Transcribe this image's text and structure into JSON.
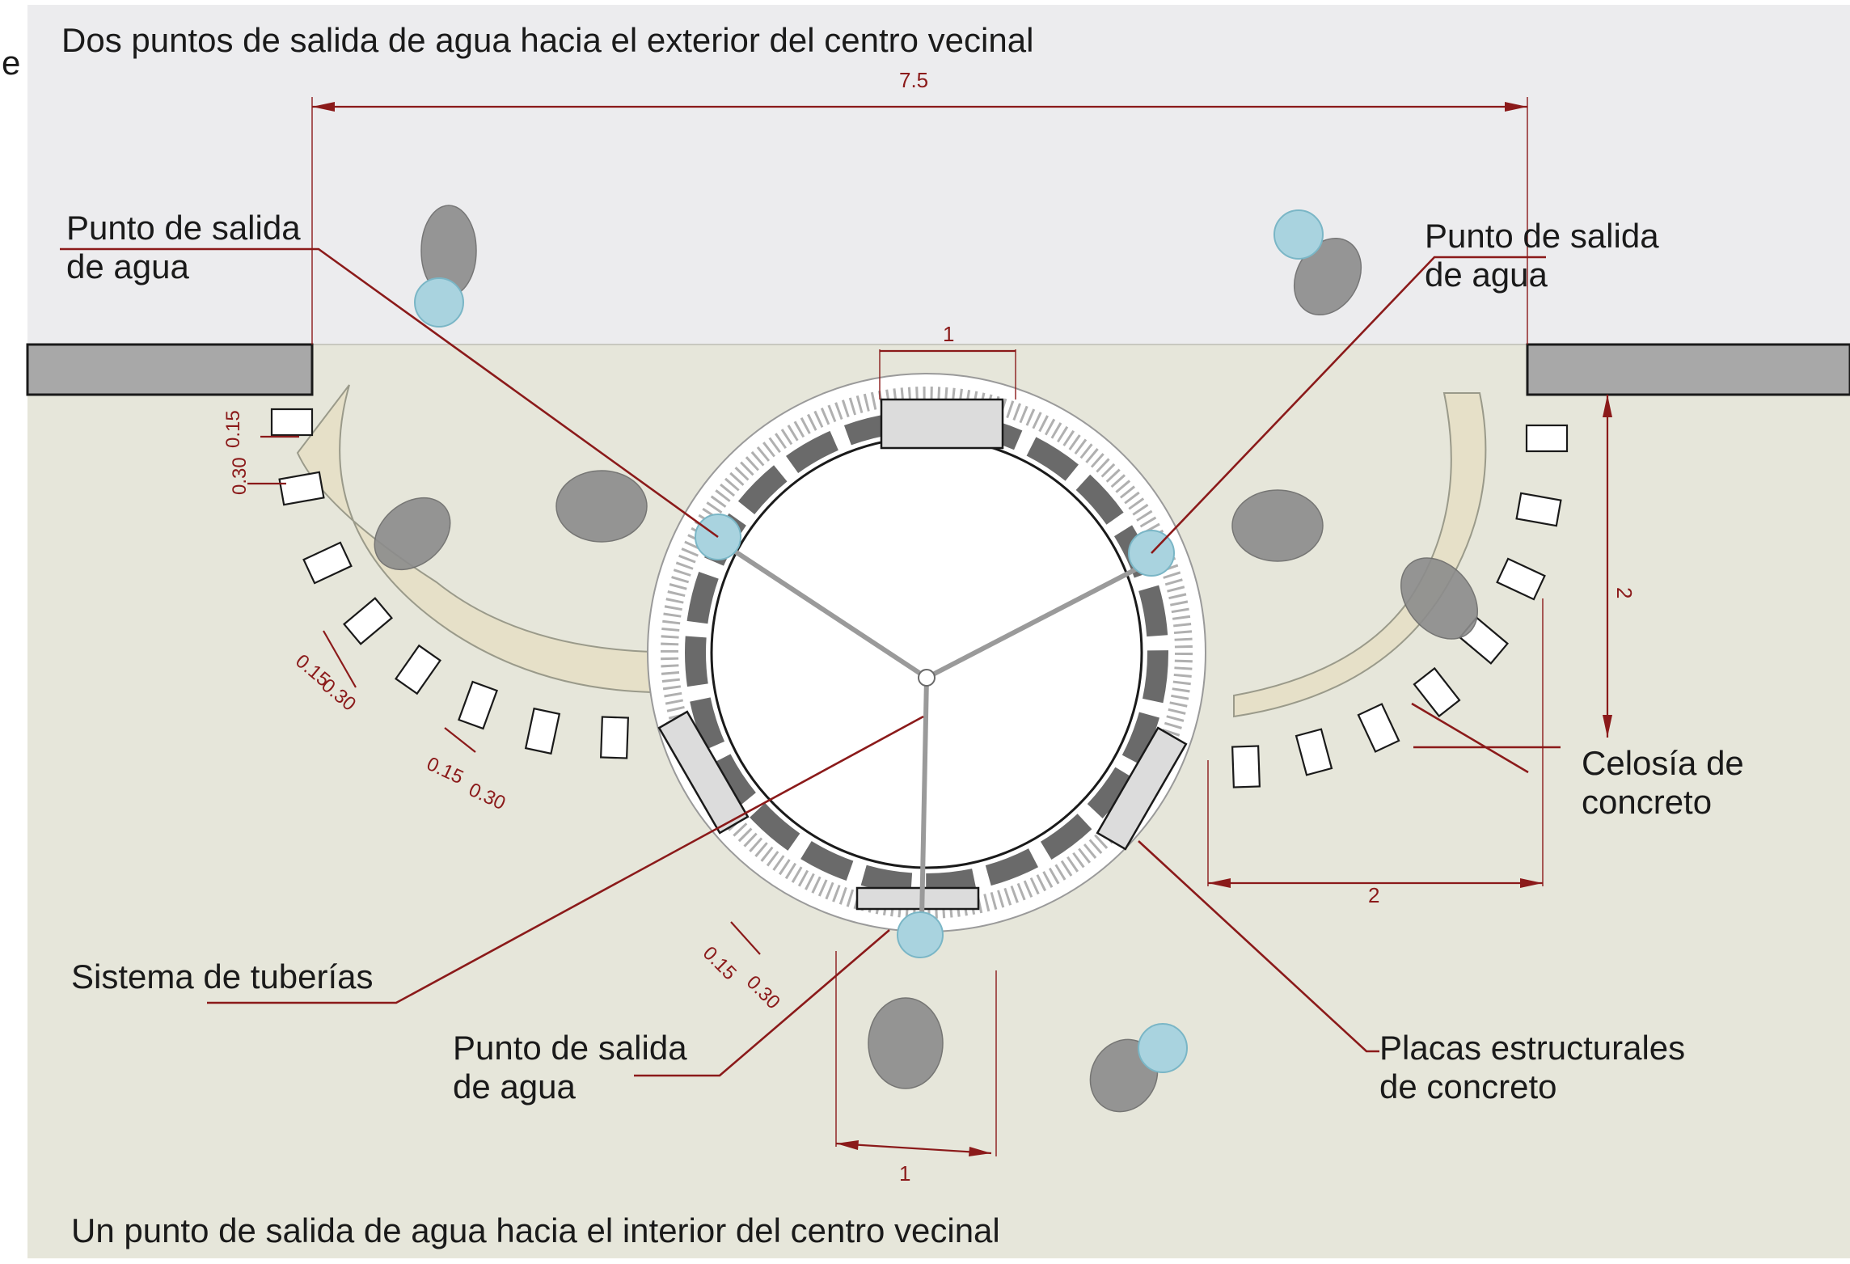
{
  "labels": {
    "edge_fragment": "e",
    "top_caption": "Dos puntos de salida de agua hacia el exterior del centro vecinal",
    "bottom_caption": "Un punto de salida de agua hacia el interior del centro vecinal",
    "water_outlet_left_line1": "Punto de salida",
    "water_outlet_left_line2": "de agua",
    "water_outlet_right_line1": "Punto de salida",
    "water_outlet_right_line2": "de agua",
    "water_outlet_bottom_line1": "Punto de salida",
    "water_outlet_bottom_line2": "de agua",
    "pipe_system": "Sistema de tuberías",
    "lattice_line1": "Celosía de",
    "lattice_line2": "concreto",
    "plates_line1": "Placas estructurales",
    "plates_line2": "de concreto"
  },
  "dimensions": {
    "total_width": "7.5",
    "plate_top": "1",
    "plate_bottom": "1",
    "right_bench_height": "2",
    "right_bench_width": "2",
    "left_block": "0.15",
    "left_gap": "0.30",
    "left_diag_a": "0.15",
    "left_diag_b": "0.30",
    "left_low_a": "0.15",
    "left_low_b": "0.30",
    "bottom_a": "0.15",
    "bottom_b": "0.30"
  },
  "colors": {
    "exterior_bg": "#ececee",
    "interior_bg": "#e6e6da",
    "bench": "#e6e0c8",
    "wall": "#a8a8a8",
    "dimension": "#8b1a1a",
    "water": "#a9d3df"
  }
}
